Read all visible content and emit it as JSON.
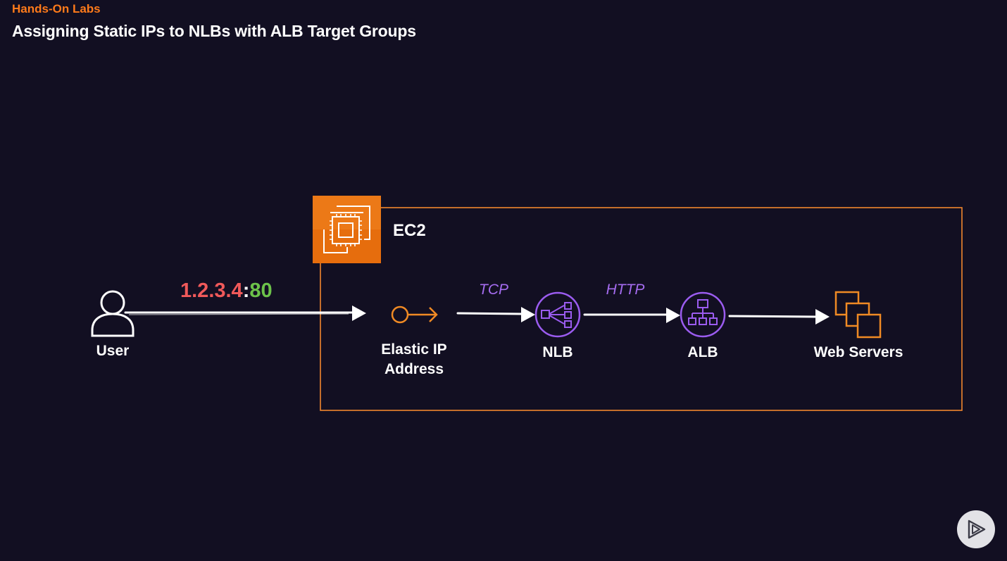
{
  "header": {
    "eyebrow": "Hands-On Labs",
    "title": "Assigning Static IPs to NLBs with ALB Target Groups"
  },
  "diagram": {
    "container_label": "EC2",
    "container_icon": "ec2-chip-icon",
    "address": {
      "ip": "1.2.3.4",
      "separator": ":",
      "port": "80"
    },
    "nodes": [
      {
        "id": "user",
        "label": "User",
        "icon": "user-icon"
      },
      {
        "id": "eip",
        "label_line1": "Elastic IP",
        "label_line2": "Address",
        "icon": "elastic-ip-key-icon"
      },
      {
        "id": "nlb",
        "label": "NLB",
        "icon": "network-load-balancer-icon"
      },
      {
        "id": "alb",
        "label": "ALB",
        "icon": "application-load-balancer-icon"
      },
      {
        "id": "web",
        "label": "Web Servers",
        "icon": "instances-stack-icon"
      }
    ],
    "protocols": {
      "eip_to_nlb": "TCP",
      "nlb_to_alb": "HTTP"
    }
  },
  "colors": {
    "background": "#120f22",
    "accent_orange": "#ff7a1a",
    "ip_red": "#f0595a",
    "port_green": "#6cc24a",
    "protocol_purple": "#a56cf0"
  },
  "player": {
    "icon": "play-logo-icon"
  }
}
